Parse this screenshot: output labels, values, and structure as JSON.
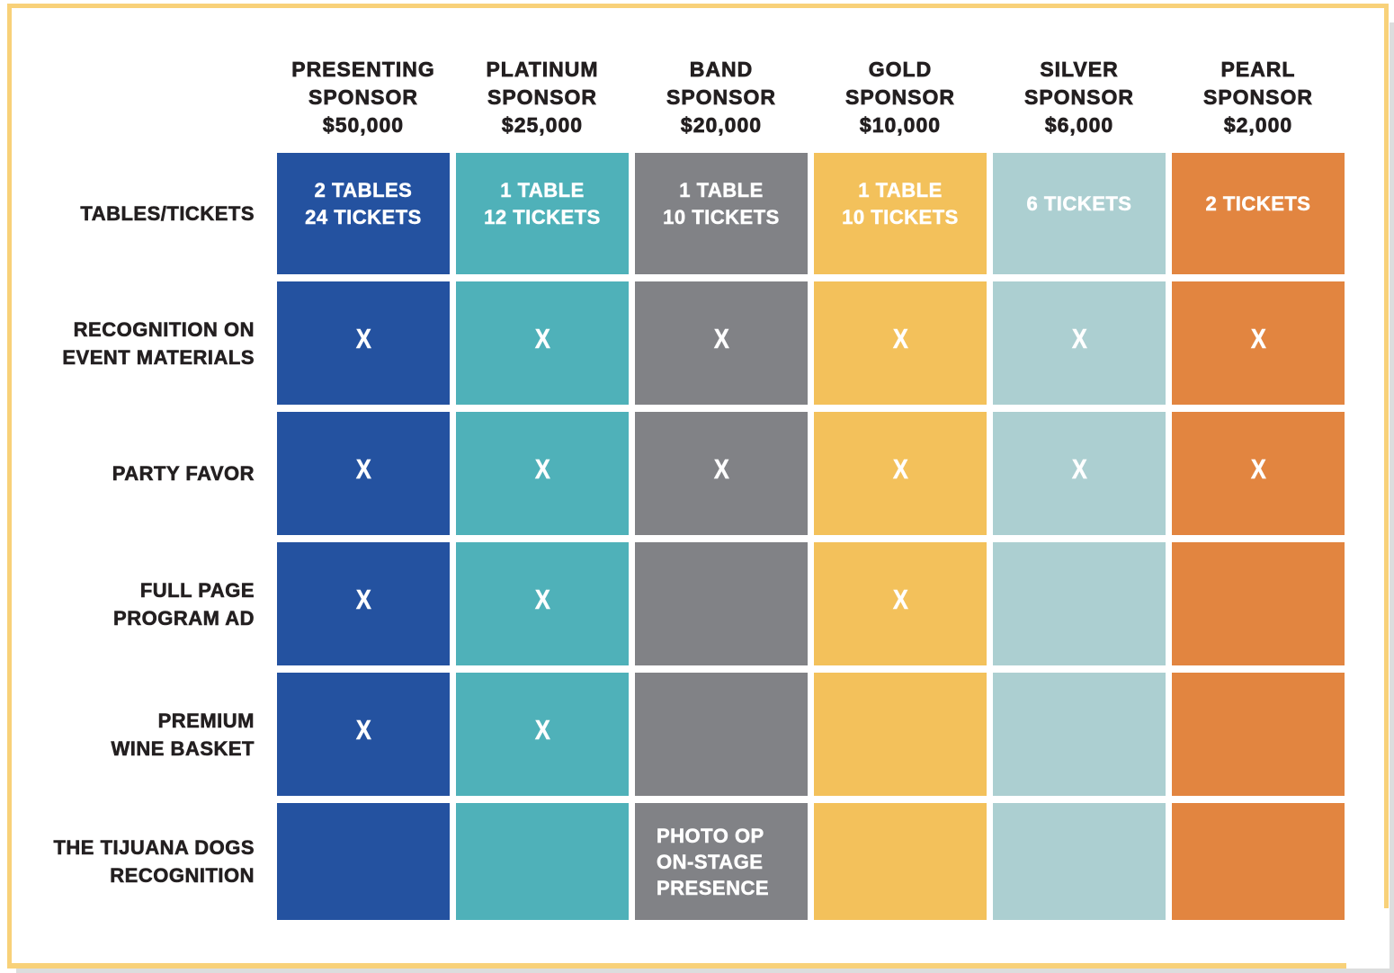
{
  "title": "Sponsorship benefits comparison table",
  "colors": {
    "card_border": "#F8D179",
    "page_edge": "#DCDDDD",
    "heading_text": "#231F20",
    "cell_text": "#FFFFFF",
    "presenting_blue": "#2452A0",
    "platinum_teal": "#4FB1B9",
    "band_gray": "#818286",
    "gold_yellow": "#F3C15B",
    "silver_light_blue": "#ACCFD1",
    "pearl_orange": "#E28540"
  },
  "columns": [
    {
      "name": "PRESENTING",
      "type": "SPONSOR",
      "amount": "$50,000",
      "color": "#2452A0"
    },
    {
      "name": "PLATINUM",
      "type": "SPONSOR",
      "amount": "$25,000",
      "color": "#4FB1B9"
    },
    {
      "name": "BAND",
      "type": "SPONSOR",
      "amount": "$20,000",
      "color": "#818286"
    },
    {
      "name": "GOLD",
      "type": "SPONSOR",
      "amount": "$10,000",
      "color": "#F3C15B"
    },
    {
      "name": "SILVER",
      "type": "SPONSOR",
      "amount": "$6,000",
      "color": "#ACCFD1"
    },
    {
      "name": "PEARL",
      "type": "SPONSOR",
      "amount": "$2,000",
      "color": "#E28540"
    }
  ],
  "rows": [
    {
      "label_lines": [
        "TABLES/TICKETS"
      ],
      "cells": [
        {
          "lines": [
            "2 TABLES",
            "24 TICKETS"
          ]
        },
        {
          "lines": [
            "1 TABLE",
            "12 TICKETS"
          ]
        },
        {
          "lines": [
            "1 TABLE",
            "10 TICKETS"
          ]
        },
        {
          "lines": [
            "1 TABLE",
            "10 TICKETS"
          ]
        },
        {
          "lines": [
            "6 TICKETS"
          ]
        },
        {
          "lines": [
            "2 TICKETS"
          ]
        }
      ]
    },
    {
      "label_lines": [
        "RECOGNITION ON",
        "EVENT MATERIALS"
      ],
      "cells": [
        {
          "mark": "X"
        },
        {
          "mark": "X"
        },
        {
          "mark": "X"
        },
        {
          "mark": "X"
        },
        {
          "mark": "X"
        },
        {
          "mark": "X"
        }
      ]
    },
    {
      "label_lines": [
        "PARTY FAVOR"
      ],
      "cells": [
        {
          "mark": "X"
        },
        {
          "mark": "X"
        },
        {
          "mark": "X"
        },
        {
          "mark": "X"
        },
        {
          "mark": "X"
        },
        {
          "mark": "X"
        }
      ]
    },
    {
      "label_lines": [
        "FULL PAGE",
        "PROGRAM AD"
      ],
      "cells": [
        {
          "mark": "X"
        },
        {
          "mark": "X"
        },
        {
          "mark": ""
        },
        {
          "mark": "X"
        },
        {
          "mark": ""
        },
        {
          "mark": ""
        }
      ]
    },
    {
      "label_lines": [
        "PREMIUM",
        "WINE BASKET"
      ],
      "cells": [
        {
          "mark": "X"
        },
        {
          "mark": "X"
        },
        {
          "mark": ""
        },
        {
          "mark": ""
        },
        {
          "mark": ""
        },
        {
          "mark": ""
        }
      ]
    },
    {
      "label_lines": [
        "THE TIJUANA DOGS",
        "RECOGNITION"
      ],
      "cells": [
        {
          "mark": ""
        },
        {
          "mark": ""
        },
        {
          "lines": [
            "PHOTO OP",
            "ON-STAGE",
            "PRESENCE"
          ]
        },
        {
          "mark": ""
        },
        {
          "mark": ""
        },
        {
          "mark": ""
        }
      ]
    }
  ]
}
